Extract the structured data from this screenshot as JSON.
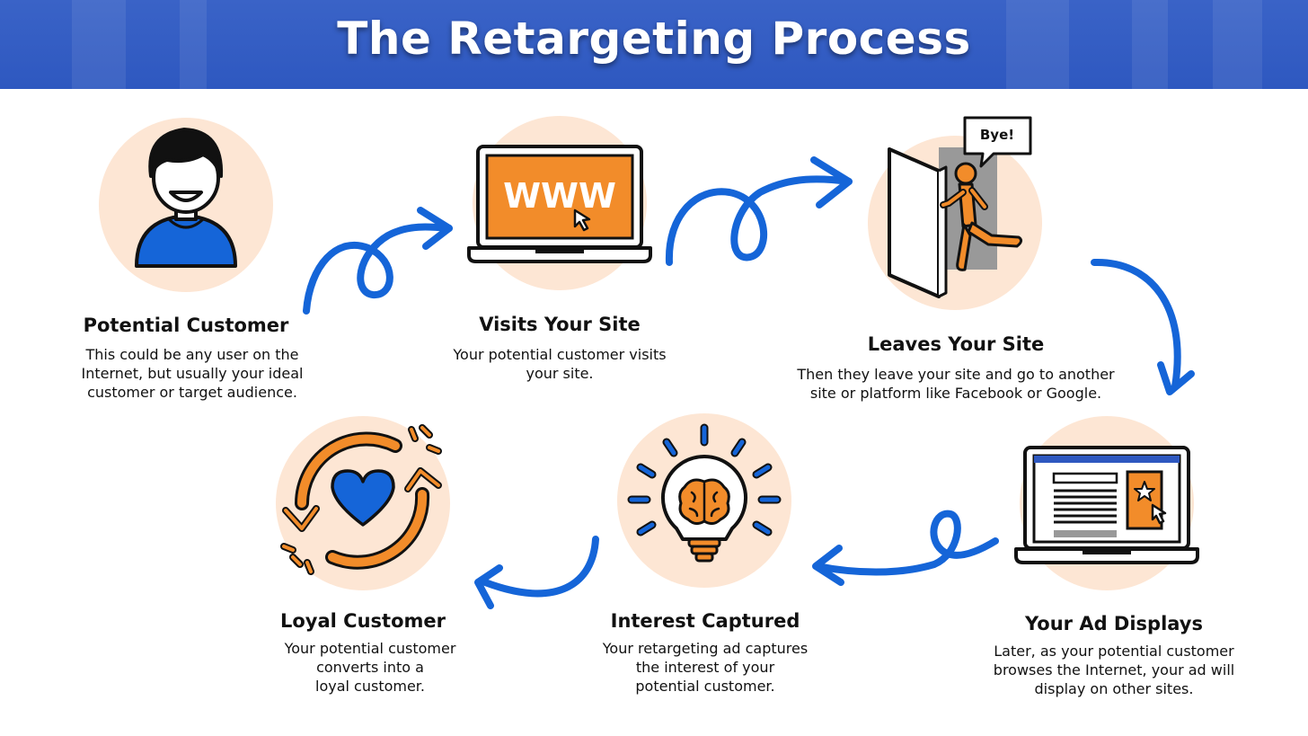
{
  "title": "The Retargeting Process",
  "colors": {
    "header": "#3461c6",
    "accent_blue": "#1565d8",
    "orange": "#f28c2a",
    "peach": "#fde6d4"
  },
  "steps": [
    {
      "title": "Potential Customer",
      "desc": "This could be any user on the\nInternet, but usually your ideal\ncustomer or target audience.",
      "icon": "person-icon"
    },
    {
      "title": "Visits Your Site",
      "desc": "Your potential customer visits\nyour site.",
      "icon": "laptop-www-icon",
      "screen_text": "WWW"
    },
    {
      "title": "Leaves Your Site",
      "desc": "Then they leave your site and go to another\nsite or platform like Facebook or Google.",
      "icon": "exit-door-icon",
      "bubble_text": "Bye!"
    },
    {
      "title": "Your Ad Displays",
      "desc": "Later, as your potential customer\nbrowses the Internet, your ad will\ndisplay on other sites.",
      "icon": "laptop-ad-icon"
    },
    {
      "title": "Interest Captured",
      "desc": "Your retargeting ad captures\nthe interest of your\npotential customer.",
      "icon": "lightbulb-brain-icon"
    },
    {
      "title": "Loyal Customer",
      "desc": "Your potential customer\nconverts into a\nloyal customer.",
      "icon": "heart-cycle-icon"
    }
  ]
}
